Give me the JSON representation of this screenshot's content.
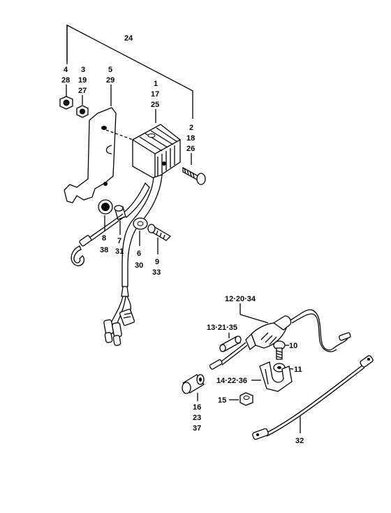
{
  "callouts": {
    "c24": "24",
    "c4": "4",
    "c28": "28",
    "c3": "3",
    "c19": "19",
    "c27": "27",
    "c5": "5",
    "c29": "29",
    "c1": "1",
    "c17": "17",
    "c25": "25",
    "c2": "2",
    "c18": "18",
    "c26": "26",
    "c8": "8",
    "c38": "38",
    "c7": "7",
    "c31": "31",
    "c6": "6",
    "c30": "30",
    "c9": "9",
    "c33": "33",
    "c12_20_34": "12·20·34",
    "c13_21_35": "13·21·35",
    "c10": "10",
    "c11": "11",
    "c14_22_36": "14·22·36",
    "c15": "15",
    "c16": "16",
    "c23": "23",
    "c37": "37",
    "c32": "32"
  },
  "icons": [
    "rectifier-regulator",
    "mounting-bracket",
    "nut",
    "bolt",
    "fuse-holder",
    "fuse",
    "clamp",
    "ground-lead",
    "grommet",
    "collar",
    "washer"
  ]
}
